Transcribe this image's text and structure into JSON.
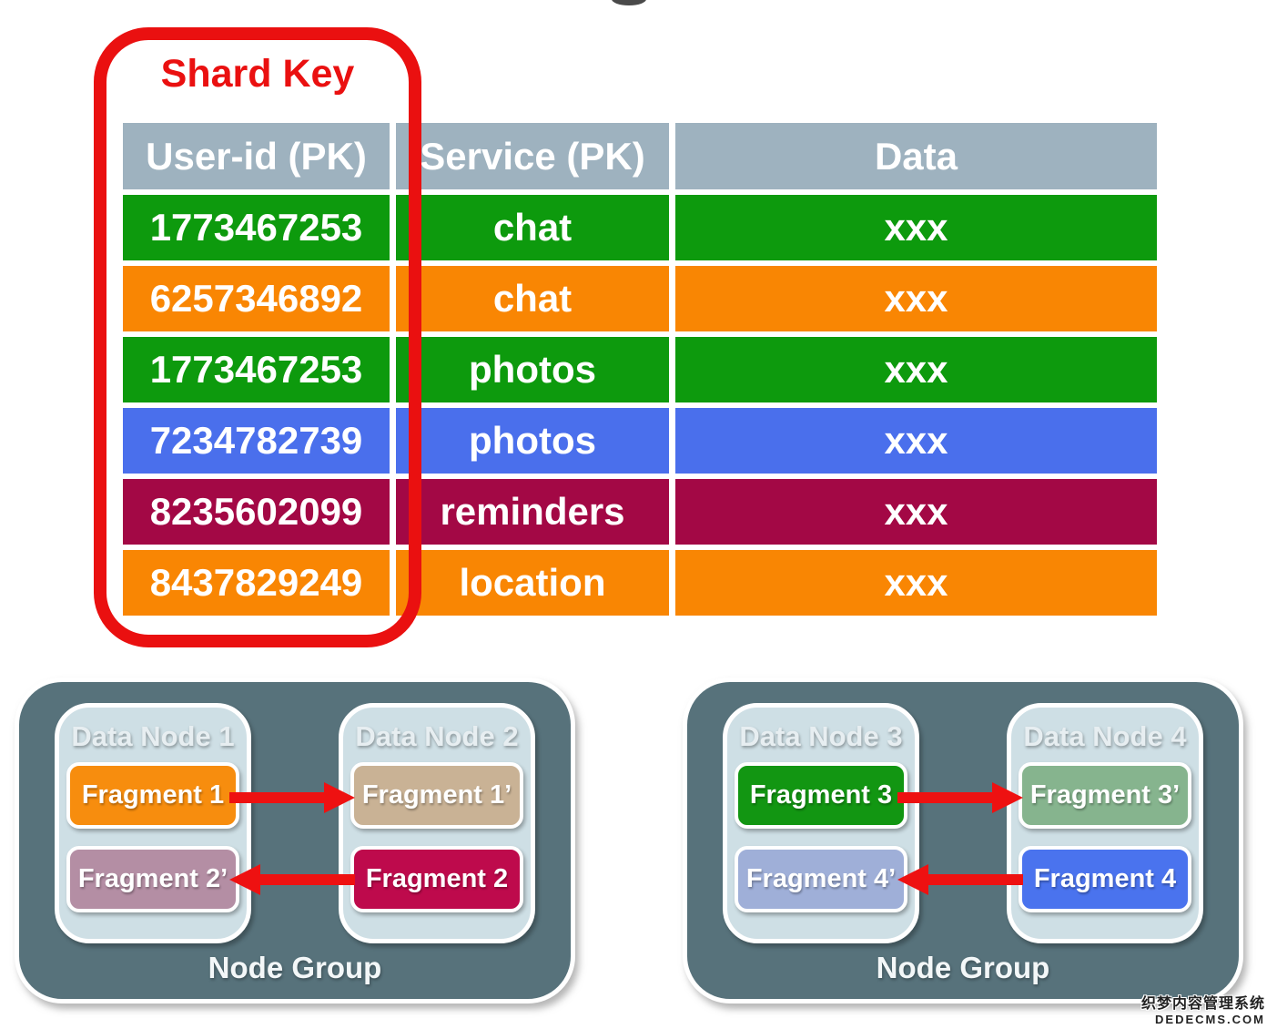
{
  "palette": {
    "header_bg": "#9EB2BF",
    "row_green": "#0D9A0D",
    "row_orange": "#F98603",
    "row_blue": "#4A6FEC",
    "row_maroon": "#A30845",
    "callout_red": "#EA1010",
    "arrow_red": "#EE1111",
    "node_group_bg": "#57727B",
    "data_node_bg": "#CEDFE5"
  },
  "callout": {
    "label": "Shard Key"
  },
  "table": {
    "headers": [
      "User-id (PK)",
      "Service (PK)",
      "Data"
    ],
    "rows": [
      {
        "user_id": "1773467253",
        "service": "chat",
        "data": "xxx",
        "color": "#0D9A0D"
      },
      {
        "user_id": "6257346892",
        "service": "chat",
        "data": "xxx",
        "color": "#F98603"
      },
      {
        "user_id": "1773467253",
        "service": "photos",
        "data": "xxx",
        "color": "#0D9A0D"
      },
      {
        "user_id": "7234782739",
        "service": "photos",
        "data": "xxx",
        "color": "#4A6FEC"
      },
      {
        "user_id": "8235602099",
        "service": "reminders",
        "data": "xxx",
        "color": "#A30845"
      },
      {
        "user_id": "8437829249",
        "service": "location",
        "data": "xxx",
        "color": "#F98603"
      }
    ]
  },
  "groups": [
    {
      "label": "Node Group",
      "nodes": [
        {
          "title": "Data Node 1",
          "fragments": [
            {
              "label": "Fragment 1",
              "color": "#F78D0E"
            },
            {
              "label": "Fragment 2’",
              "color": "#B48EA4"
            }
          ]
        },
        {
          "title": "Data Node 2",
          "fragments": [
            {
              "label": "Fragment 1’",
              "color": "#C9B295"
            },
            {
              "label": "Fragment 2",
              "color": "#BE0A4C"
            }
          ]
        }
      ]
    },
    {
      "label": "Node Group",
      "nodes": [
        {
          "title": "Data Node 3",
          "fragments": [
            {
              "label": "Fragment 3",
              "color": "#129612"
            },
            {
              "label": "Fragment 4’",
              "color": "#9FAFD8"
            }
          ]
        },
        {
          "title": "Data Node 4",
          "fragments": [
            {
              "label": "Fragment 3’",
              "color": "#86B48E"
            },
            {
              "label": "Fragment 4",
              "color": "#4A73EE"
            }
          ]
        }
      ]
    }
  ],
  "watermark": {
    "line1": "织梦内容管理系统",
    "line2": "DEDECMS.COM"
  }
}
